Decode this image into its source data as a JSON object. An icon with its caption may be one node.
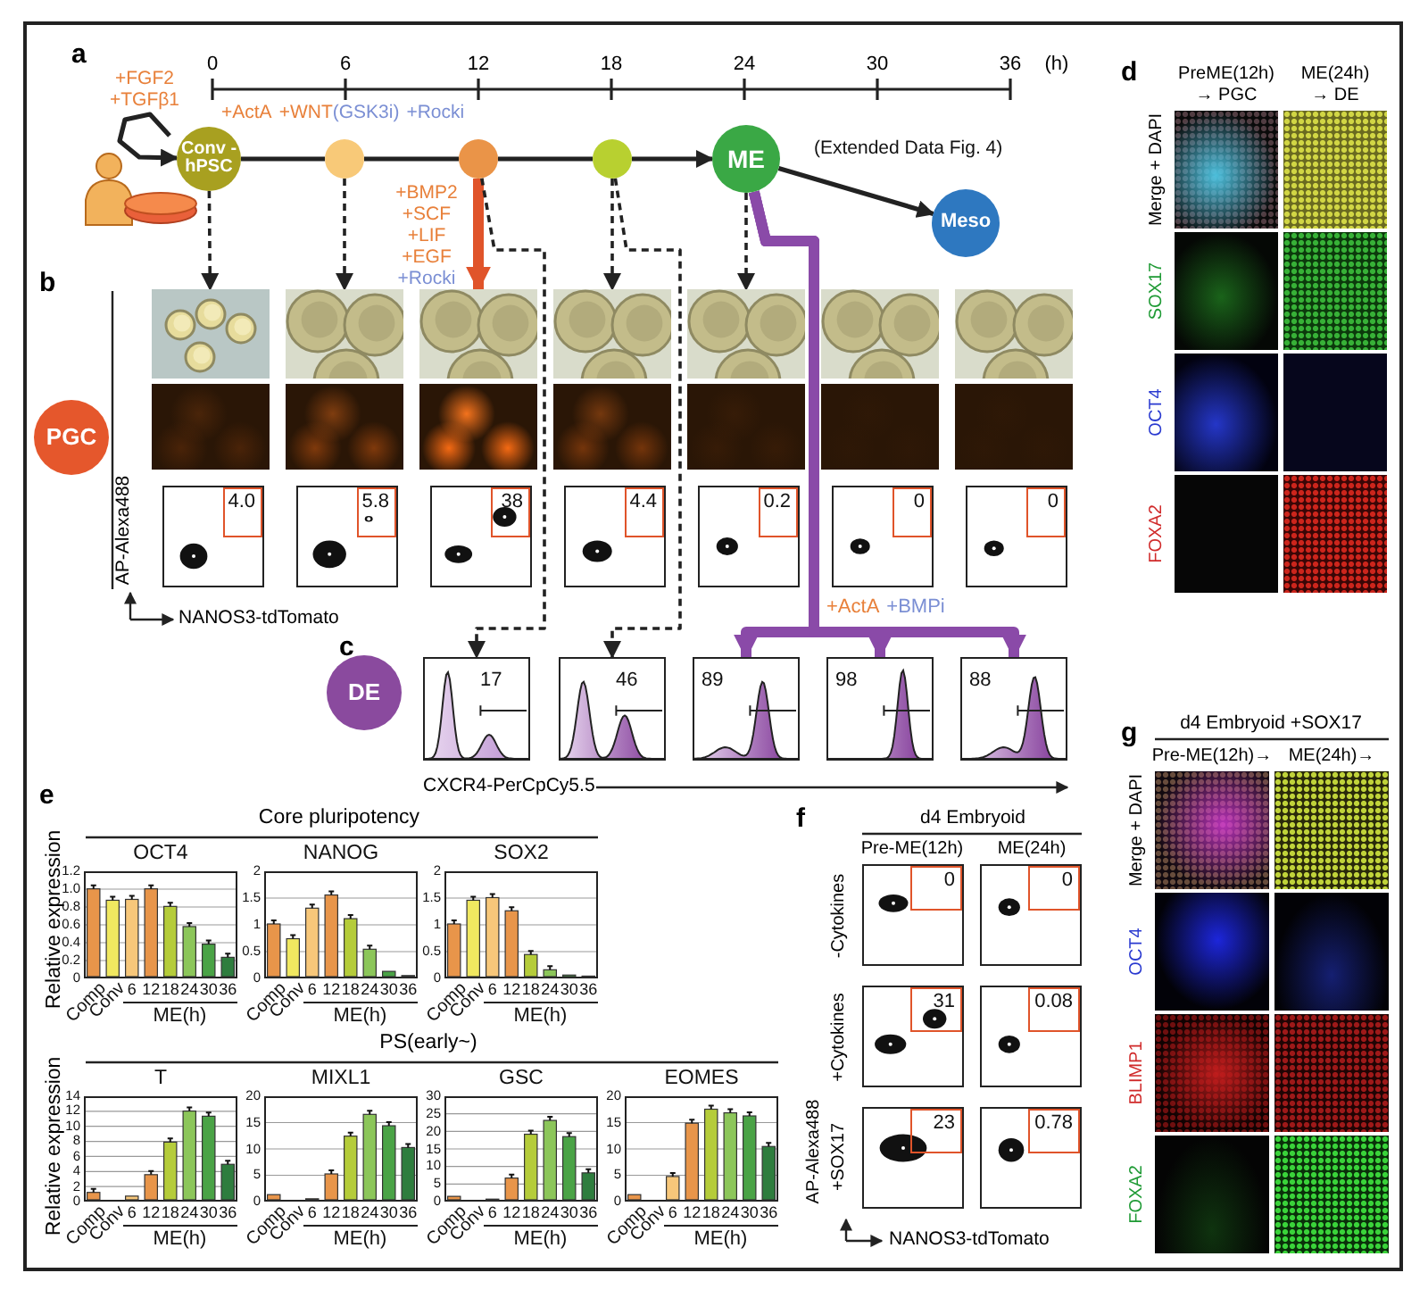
{
  "diagram": {
    "nodes": [
      {
        "text": [
          "Conv -hPSC"
        ]
      },
      {
        "text": [],
        "shape": "circle"
      },
      {
        "text": [],
        "shape": "circle"
      },
      {
        "text": [],
        "shape": "circle"
      },
      {
        "text": [
          "ME"
        ]
      },
      {
        "text": [
          "Meso"
        ]
      },
      {
        "text": [],
        "shape": "picture"
      },
      {
        "text": [],
        "shape": "picture"
      },
      {
        "text": [],
        "shape": "picture"
      },
      {
        "text": [],
        "shape": "picture"
      },
      {
        "text": [],
        "shape": "picture"
      },
      {
        "text": [],
        "shape": "picture"
      },
      {
        "text": [],
        "shape": "picture"
      },
      {
        "text": [
          "PGC"
        ]
      },
      {
        "text": [
          "4.0"
        ]
      },
      {
        "text": [
          "5.8"
        ]
      },
      {
        "text": [
          "38"
        ]
      },
      {
        "text": [
          "4.4"
        ]
      },
      {
        "text": [
          "0.2"
        ]
      },
      {
        "text": [
          "0"
        ]
      },
      {
        "text": [
          "0"
        ]
      },
      {
        "text": [
          "DE"
        ]
      },
      {
        "text": [
          "17"
        ]
      },
      {
        "text": [
          "46"
        ]
      },
      {
        "text": [
          "89"
        ]
      },
      {
        "text": [
          "98"
        ]
      },
      {
        "text": [
          "88"
        ]
      },
      {
        "text": [
          "OCT4"
        ],
        "beside": [
          "1.2",
          "1.0",
          "0.8",
          "0.6",
          "0.4",
          "0.2",
          "0",
          "Comp",
          "Conv",
          "6",
          "12",
          "18",
          "24",
          "30",
          "36",
          "ME(h)"
        ]
      },
      {
        "text": [
          "NANOG"
        ],
        "beside": [
          "2",
          "1.5",
          "1",
          "0.5",
          "0",
          "Comp",
          "Conv",
          "6",
          "12",
          "18",
          "24",
          "30",
          "36",
          "ME(h)"
        ]
      },
      {
        "text": [
          "SOX2"
        ],
        "beside": [
          "2",
          "1.5",
          "1",
          "0.5",
          "0",
          "Comp",
          "Conv",
          "6",
          "12",
          "18",
          "24",
          "30",
          "36",
          "ME(h)"
        ]
      },
      {
        "text": [
          "T"
        ],
        "beside": [
          "14",
          "12",
          "10",
          "8",
          "6",
          "4",
          "2",
          "0",
          "Comp",
          "Conv",
          "6",
          "12",
          "18",
          "24",
          "30",
          "36",
          "ME(h)"
        ]
      },
      {
        "text": [
          "MIXL1"
        ],
        "beside": [
          "20",
          "15",
          "10",
          "5",
          "0",
          "Comp",
          "Conv",
          "6",
          "12",
          "18",
          "24",
          "30",
          "36",
          "ME(h)"
        ]
      },
      {
        "text": [
          "GSC"
        ],
        "beside": [
          "30",
          "25",
          "20",
          "15",
          "10",
          "5",
          "0",
          "Comp",
          "Conv",
          "6",
          "12",
          "18",
          "24",
          "30",
          "36",
          "ME(h)"
        ]
      },
      {
        "text": [
          "EOMES"
        ],
        "beside": [
          "20",
          "15",
          "10",
          "5",
          "0",
          "Comp",
          "Conv",
          "6",
          "12",
          "18",
          "24",
          "30",
          "36",
          "ME(h)"
        ]
      },
      {
        "text": [
          "0"
        ]
      },
      {
        "text": [
          "0"
        ]
      },
      {
        "text": [
          "31"
        ]
      },
      {
        "text": [
          "0.08"
        ]
      },
      {
        "text": [
          "23"
        ]
      },
      {
        "text": [
          "0.78"
        ]
      }
    ],
    "edges": [
      {
        "from": null,
        "to": 0,
        "arrow": "to",
        "label": "+FGF2 +TGFβ1"
      },
      {
        "from": 0,
        "to": 1,
        "arrow": "none"
      },
      {
        "from": 1,
        "to": 2,
        "arrow": "none"
      },
      {
        "from": 2,
        "to": 3,
        "arrow": "none"
      },
      {
        "from": 3,
        "to": 4,
        "arrow": "to"
      },
      {
        "from": 4,
        "to": 5,
        "arrow": "to",
        "label": "(Extended Data Fig. 4)"
      },
      {
        "from": 0,
        "to": 6,
        "arrow": "to",
        "style": "dashed"
      },
      {
        "from": 1,
        "to": 7,
        "arrow": "to",
        "style": "dashed"
      },
      {
        "from": 2,
        "to": 8,
        "arrow": "to",
        "style": "thick",
        "color": "#e0542a"
      },
      {
        "from": 3,
        "to": 9,
        "arrow": "to",
        "style": "dashed"
      },
      {
        "from": 4,
        "to": 10,
        "arrow": "to",
        "style": "dashed"
      },
      {
        "from": 2,
        "to": 22,
        "arrow": "to",
        "style": "dashed"
      },
      {
        "from": 3,
        "to": 23,
        "arrow": "to",
        "style": "dashed"
      },
      {
        "from": 4,
        "to": 24,
        "arrow": "to",
        "style": "thick",
        "color": "#8a4aa8"
      },
      {
        "from": 4,
        "to": 25,
        "arrow": "to",
        "style": "thick",
        "color": "#8a4aa8"
      },
      {
        "from": 4,
        "to": 26,
        "arrow": "to",
        "style": "thick",
        "color": "#8a4aa8"
      }
    ],
    "labels": [
      "a",
      "0",
      "6",
      "12",
      "18",
      "24",
      "30",
      "36",
      "(h)",
      "+ActA",
      "+WNT",
      "(GSK3i)",
      "+Rocki",
      "+BMP2",
      "+SCF",
      "+LIF",
      "+EGF",
      "+Rocki",
      "b",
      "AP-Alexa488",
      "NANOS3-tdTomato",
      "+ActA",
      "+BMPi",
      "c",
      "CXCR4-PerCpCy5.5",
      "d",
      "PreME(12h) → PGC",
      "ME(24h) → DE",
      "Merge + DAPI",
      "SOX17",
      "OCT4",
      "FOXA2",
      "e",
      "Core pluripotency",
      "Relative expression",
      "PS(early~)",
      "Relative expression",
      "f",
      "d4 Embryoid",
      "Pre-ME(12h)",
      "ME(24h)",
      "-Cytokines",
      "+Cytokines",
      "+SOX17",
      "AP-Alexa488",
      "NANOS3-tdTomato",
      "g",
      "d4 Embryoid +SOX17",
      "Pre-ME(12h)→",
      "ME(24h)→",
      "Merge + DAPI",
      "OCT4",
      "BLIMP1",
      "FOXA2"
    ]
  }
}
